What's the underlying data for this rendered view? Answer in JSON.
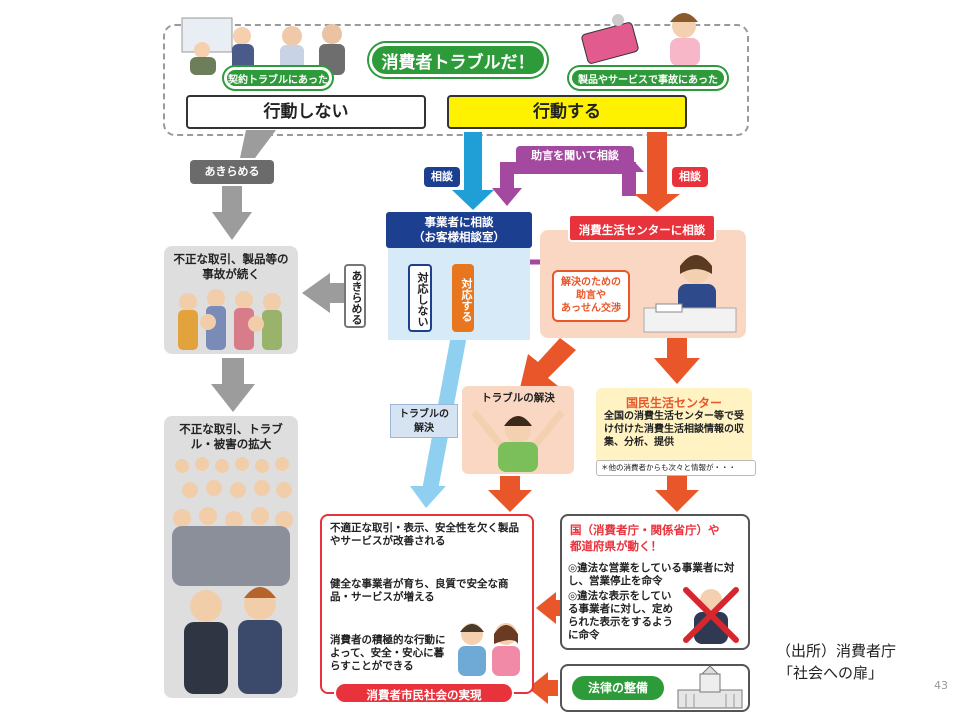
{
  "top": {
    "title": "消費者トラブルだ！",
    "badge_left": "契約トラブルにあった",
    "badge_right": "製品やサービスで事故にあった",
    "no_action": "行動しない",
    "action": "行動する"
  },
  "left_column": {
    "give_up_tag": "あきらめる",
    "continue_title": "不正な取引、製品等の事故が続く",
    "expand_title": "不正な取引、トラブル・被害の拡大"
  },
  "middle": {
    "consult_tag_left": "相談",
    "advice_tag": "助言を聞いて相談",
    "consult_tag_right": "相談",
    "business_title": "事業者に相談\n（お客様相談室）",
    "center_title": "消費生活センターに相談",
    "give_up_vertical": "あきらめる",
    "no_response_vertical": "対応しない",
    "response_vertical": "対応する",
    "center_advice": "解決のための\n助言や\nあっせん交渉",
    "trouble_solved_tag": "トラブルの\n解決",
    "solved_panel_title": "トラブルの解決"
  },
  "national_center": {
    "title": "国民生活センター",
    "body": "全国の消費生活センター等で受け付けた消費生活相談情報の収集、分析、提供",
    "note": "＊他の消費者からも次々と情報が・・・"
  },
  "results": {
    "item1": "不適正な取引・表示、安全性を欠く製品やサービスが改善される",
    "item2": "健全な事業者が育ち、良質で安全な商品・サービスが増える",
    "item3": "消費者の積極的な行動によって、安全・安心に暮らすことができる",
    "footer": "消費者市民社会の実現"
  },
  "government": {
    "title_part1": "国（消費者庁・関係省庁）や",
    "title_part2": "都道府県が動く！",
    "bullet1": "◎違法な営業をしている事業者に対し、営業停止を命令",
    "bullet2": "◎違法な表示をしている事業者に対し、定められた表示をするように命令",
    "law": "法律の整備"
  },
  "source": {
    "line1": "（出所）消費者庁",
    "line2": "「社会への扉」"
  },
  "page_number": "43",
  "colors": {
    "green": "#2e9b3a",
    "red": "#e8323c",
    "orange": "#e8562a",
    "blue": "#1f9fd6",
    "navy": "#1c3f8f",
    "purple": "#a34aa0",
    "yellow": "#fff200",
    "gray_arrow": "#9c9c9c",
    "light_blue": "#d6ebf7",
    "peach": "#f9d7c2",
    "cream": "#fff3c4"
  },
  "icons": [
    "people-illustration",
    "phone-icon",
    "building-icon",
    "cross-icon"
  ]
}
